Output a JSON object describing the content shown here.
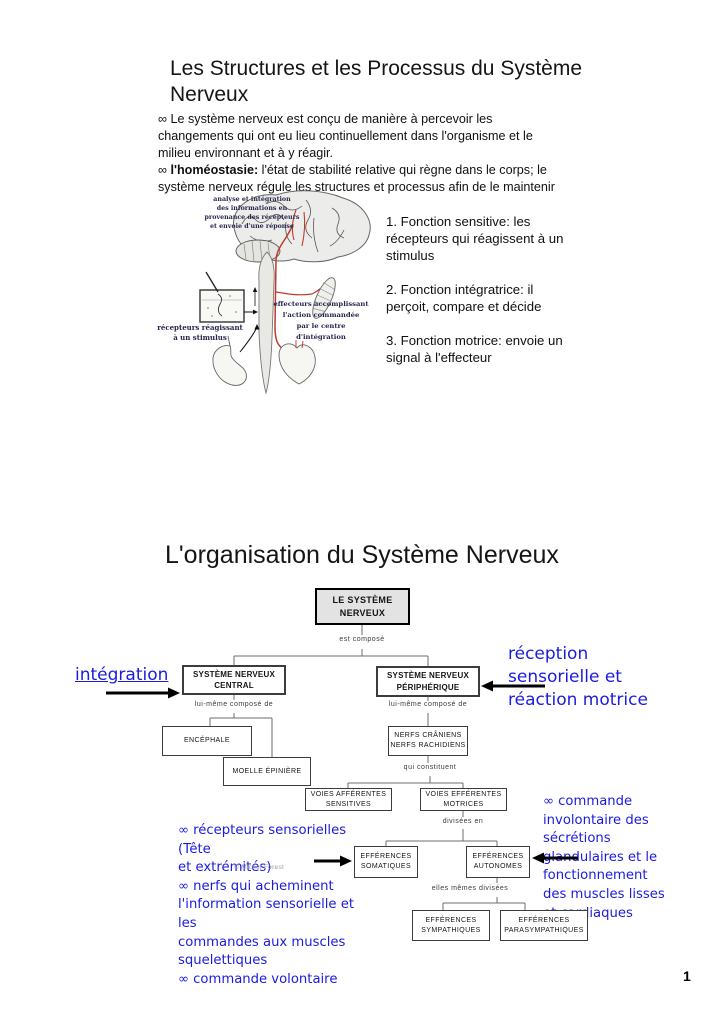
{
  "page": {
    "number": "1"
  },
  "symbols": {
    "infinity": "∞ "
  },
  "slide1": {
    "title_lines": [
      "Les Structures et les Processus du Système",
      "Nerveux"
    ],
    "bullet1_lines": [
      "∞ Le système nerveux est conçu de manière à percevoir les",
      "changements qui ont eu lieu continuellement dans l'organisme et le",
      "milieu environnant et à y réagir."
    ],
    "bullet2_bold": "l'homéostasie:",
    "bullet2_rest": " l'état de stabilité relative qui règne dans le corps; le",
    "bullet2_line2": "système nerveux régule les structures et processus afin de le maintenir",
    "functions": [
      {
        "lines": [
          "1. Fonction sensitive: les",
          "récepteurs qui réagissent à un",
          "stimulus"
        ]
      },
      {
        "lines": [
          "2. Fonction intégratrice: il",
          "perçoit, compare et décide"
        ]
      },
      {
        "lines": [
          "3. Fonction motrice: envoie un",
          "signal à l'effecteur"
        ]
      }
    ],
    "diagram_labels": {
      "top": [
        "analyse et intégration",
        "des informations en",
        "provenance des récepteurs",
        "et envoie d'une réponse"
      ],
      "left": [
        "récepteurs réagissant",
        "à un stimulus"
      ],
      "right": [
        "effecteurs accomplissant",
        "l'action commandée",
        "par le centre",
        "d'intégration"
      ]
    }
  },
  "slide2": {
    "title": "L'organisation du Système Nerveux",
    "boxes": {
      "root": [
        "LE SYSTÈME",
        "NERVEUX"
      ],
      "snc": [
        "SYSTÈME NERVEUX",
        "CENTRAL"
      ],
      "snp": [
        "SYSTÈME NERVEUX",
        "PÉRIPHÉRIQUE"
      ],
      "encephale": [
        "ENCÉPHALE"
      ],
      "moelle": [
        "MOELLE ÉPINIÈRE"
      ],
      "nerfs": [
        "NERFS CRÂNIENS",
        "NERFS RACHIDIENS"
      ],
      "voies_aff": [
        "VOIES AFFÉRENTES",
        "SENSITIVES"
      ],
      "voies_eff": [
        "VOIES EFFÉRENTES",
        "MOTRICES"
      ],
      "eff_som": [
        "EFFÉRENCES",
        "SOMATIQUES"
      ],
      "eff_aut": [
        "EFFÉRENCES",
        "AUTONOMES"
      ],
      "eff_sym": [
        "EFFÉRENCES",
        "SYMPATHIQUES"
      ],
      "eff_para": [
        "EFFÉRENCES",
        "PARASYMPATHIQUES"
      ]
    },
    "connectors": {
      "c1": "est composé",
      "c2": "lui-même composé de",
      "c3": "lui-même composé de",
      "c4": "qui constituent",
      "c5": "divisées en",
      "c6": "elles mêmes divisées"
    },
    "annotations": {
      "integration": "intégration",
      "reception_lines": [
        "réception",
        "sensorielle et",
        "réaction motrice"
      ],
      "left_lines": [
        "∞ récepteurs sensorielles (Tête",
        "et extrémités)",
        "∞ nerfs qui acheminent",
        "l'information sensorielle et les",
        "commandes aux muscles",
        "squelettiques",
        "∞ commande volontaire"
      ],
      "right_lines": [
        "∞ commande",
        "involontaire des",
        "sécrétions",
        "glandulaires et le",
        "fonctionnement",
        "des muscles lisses",
        "et cardiaques"
      ]
    },
    "watermark": "© Michel Forest"
  },
  "colors": {
    "annotation_blue": "#1b1be0",
    "root_box_fill": "#e3e3e3",
    "nerve_red": "#c0392b"
  }
}
